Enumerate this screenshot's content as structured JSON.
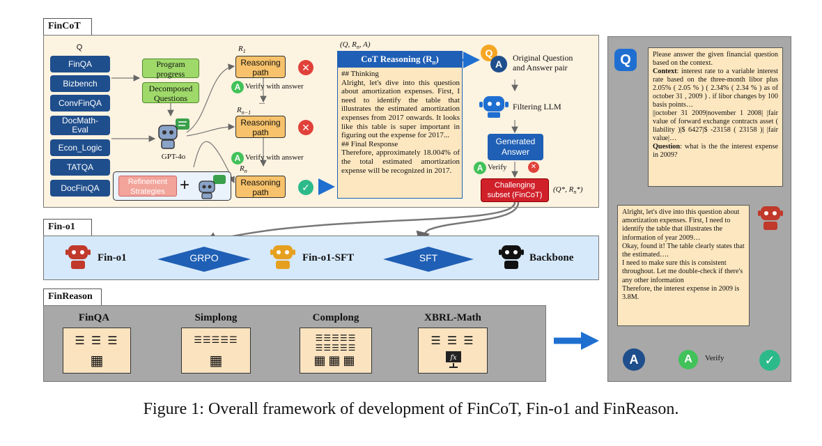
{
  "fincot": {
    "tab_label": "FinCoT",
    "q_label": "Q",
    "datasets": [
      "FinQA",
      "Bizbench",
      "ConvFinQA",
      "DocMath-\nEval",
      "Econ_Logic",
      "TATQA",
      "DocFinQA"
    ],
    "program_progress": "Program\nprogress",
    "decomposed_questions": "Decomposed\nQuestions",
    "gpt_label": "GPT-4o",
    "refinement": "Refinement\nStrategies",
    "plus": "+",
    "r1": "R",
    "r1_sub": "1",
    "rn1": "R",
    "rn1_sub": "n−1",
    "rn": "R",
    "rn_sub": "n",
    "ellipsis": "...",
    "reasoning_path": "Reasoning\npath",
    "verify_with_answer": "Verify with answer",
    "triple": "(Q, R",
    "triple_sub": "n",
    "triple_end": ", A)",
    "cot_title": "CoT Reasoning (R",
    "cot_title_sub": "n",
    "cot_title_end": ")",
    "cot_lines": [
      "## Thinking",
      "Alright, let's dive into this question about amortization expenses. First, I need to identify the table that illustrates the estimated amortization expenses from 2017 onwards. It looks like this table is super important in figuring out the expense for 2017...",
      "## Final Response",
      "Therefore, approximately 18.004% of the total estimated amortization expense will be recognized in 2017."
    ],
    "original_qa": "Original Question\nand Answer pair",
    "filtering_llm": "Filtering LLM",
    "generated_answer": "Generated\nAnswer",
    "verify": "Verify",
    "challenging": "Challenging\nsubset (FinCoT)",
    "q_star": "(Q*, R",
    "q_star_sub": "n",
    "q_star_end": "*)"
  },
  "fino1": {
    "tab_label": "Fin-o1",
    "fin_o1": "Fin-o1",
    "grpo": "GRPO",
    "fin_o1_sft": "Fin-o1-SFT",
    "sft": "SFT",
    "backbone": "Backbone"
  },
  "finreason": {
    "tab_label": "FinReason",
    "benchmarks": [
      "FinQA",
      "Simplong",
      "Complong",
      "XBRL-Math"
    ]
  },
  "right": {
    "q_icon": "Q",
    "question_intro": "Please answer the given financial question based on the context.",
    "context_label": "Context",
    "context_text": ": interest rate to a variable interest rate based on the three-month libor plus 2.05% ( 2.05 % ) ( 2.34% ( 2.34 % ) as of october 31 , 2009 ) . if libor changes by 100 basis points…",
    "table_text": "||october 31 2009|november 1 2008| |fair value of forward exchange contracts asset ( liability )|$ 6427|$ -23158 ( 23158 )| |fair value|…",
    "question_label": "Question",
    "question_text": ": what is the the interest expense in 2009?",
    "answer_lines": [
      "Alright, let's dive into this question about amortization expenses. First, I need to identify the table that illustrates the information of year 2009…",
      "Okay, found it! The table clearly states that the estimated….",
      "I need to make sure this is consistent throughout. Let me double-check if there's any other information",
      "Therefore, the interest expense in 2009 is 3.8M."
    ],
    "a_icon": "A",
    "verify": "Verify"
  },
  "caption": "Figure 1: Overall framework of development of FinCoT, Fin-o1 and FinReason.",
  "colors": {
    "fincot_bg": "#fdf3e1",
    "fino1_bg": "#d6e9fb",
    "finreason_bg": "#a8a8a8",
    "right_bg": "#a8a8a8",
    "dataset_blue": "#1f4e8c",
    "cot_header": "#1f5fb5",
    "challenging_red": "#d0202a"
  }
}
